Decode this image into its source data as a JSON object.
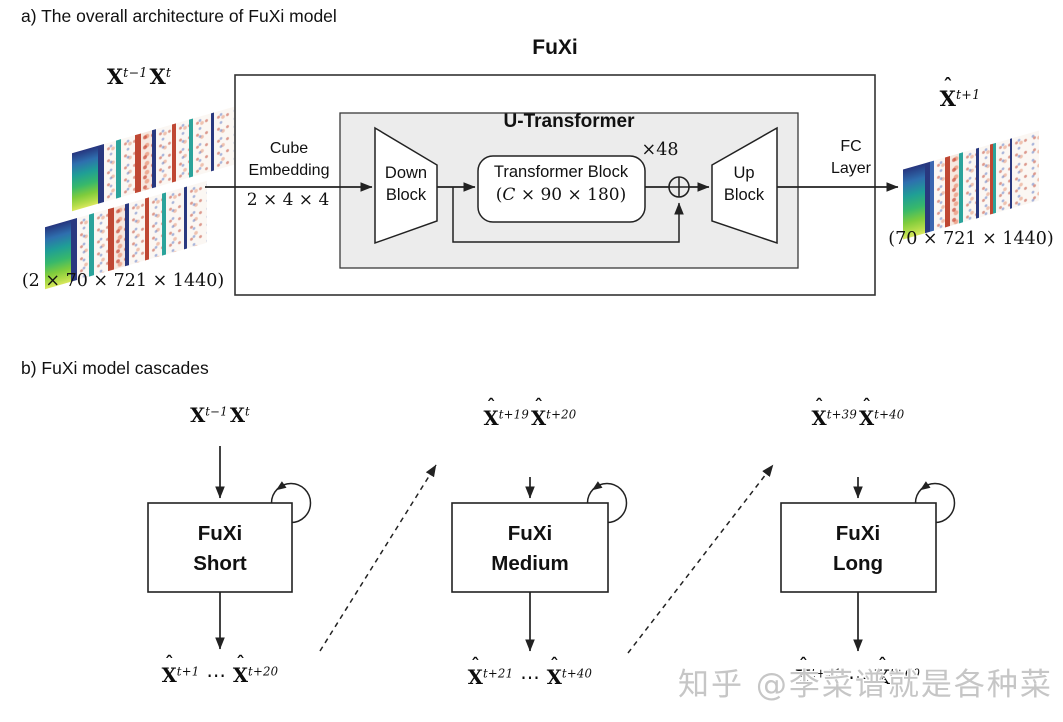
{
  "a": {
    "title": "a) The overall architecture of FuXi model",
    "fuxi_heading": "FuXi",
    "input_label": {
      "t1": {
        "hat": "",
        "b": "X",
        "s": "t−1"
      },
      "t2": {
        "hat": "",
        "b": "X",
        "s": "t"
      }
    },
    "input_dims": "(2 × 70 × 721 × 1440)",
    "cube_embedding": {
      "line1": "Cube",
      "line2": "Embedding",
      "dims": "2 × 4 × 4"
    },
    "u_transformer": {
      "title": "U-Transformer",
      "down_block": {
        "line1": "Down",
        "line2": "Block"
      },
      "transformer_block": {
        "title": "Transformer Block",
        "dims_open": "(",
        "dims_c": "C",
        "dims_rest": " × 90 × 180)",
        "repeat": "×48"
      },
      "up_block": {
        "line1": "Up",
        "line2": "Block"
      }
    },
    "fc_layer": {
      "line1": "FC",
      "line2": "Layer"
    },
    "output_label": {
      "t1": {
        "hat": "ˆ",
        "b": "X",
        "s": "t+1"
      }
    },
    "output_dims": "(70 × 721 × 1440)"
  },
  "b": {
    "title": "b) FuXi model cascades",
    "cascades": [
      {
        "name1": "FuXi",
        "name2": "Short",
        "input": {
          "t1": {
            "hat": "",
            "b": "X",
            "s": "t−1"
          },
          "t2": {
            "hat": "",
            "b": "X",
            "s": "t"
          }
        },
        "output": {
          "t1": {
            "hat": "ˆ",
            "b": "X",
            "s": "t+1"
          },
          "dots": "⋯",
          "t2": {
            "hat": "ˆ",
            "b": "X",
            "s": "t+20"
          }
        }
      },
      {
        "name1": "FuXi",
        "name2": "Medium",
        "input": {
          "t1": {
            "hat": "ˆ",
            "b": "X",
            "s": "t+19"
          },
          "t2": {
            "hat": "ˆ",
            "b": "X",
            "s": "t+20"
          }
        },
        "output": {
          "t1": {
            "hat": "ˆ",
            "b": "X",
            "s": "t+21"
          },
          "dots": "⋯",
          "t2": {
            "hat": "ˆ",
            "b": "X",
            "s": "t+40"
          }
        }
      },
      {
        "name1": "FuXi",
        "name2": "Long",
        "input": {
          "t1": {
            "hat": "ˆ",
            "b": "X",
            "s": "t+39"
          },
          "t2": {
            "hat": "ˆ",
            "b": "X",
            "s": "t+40"
          }
        },
        "output": {
          "t1": {
            "hat": "ˆ",
            "b": "X",
            "s": "t+41"
          },
          "dots": "⋯",
          "t2": {
            "hat": "ˆ",
            "b": "X",
            "s": "t+60"
          }
        }
      }
    ]
  },
  "watermark": "知乎 @李菜谱就是各种菜",
  "colors": {
    "line": "#222222",
    "gray_panel": "#ececec",
    "text": "#111111",
    "watermark_gray": "#c6c6c6",
    "tensor_green": "#7fcc3c",
    "tensor_teal": "#2ba39b",
    "tensor_navy": "#29387f",
    "tensor_red": "#bf4733"
  }
}
